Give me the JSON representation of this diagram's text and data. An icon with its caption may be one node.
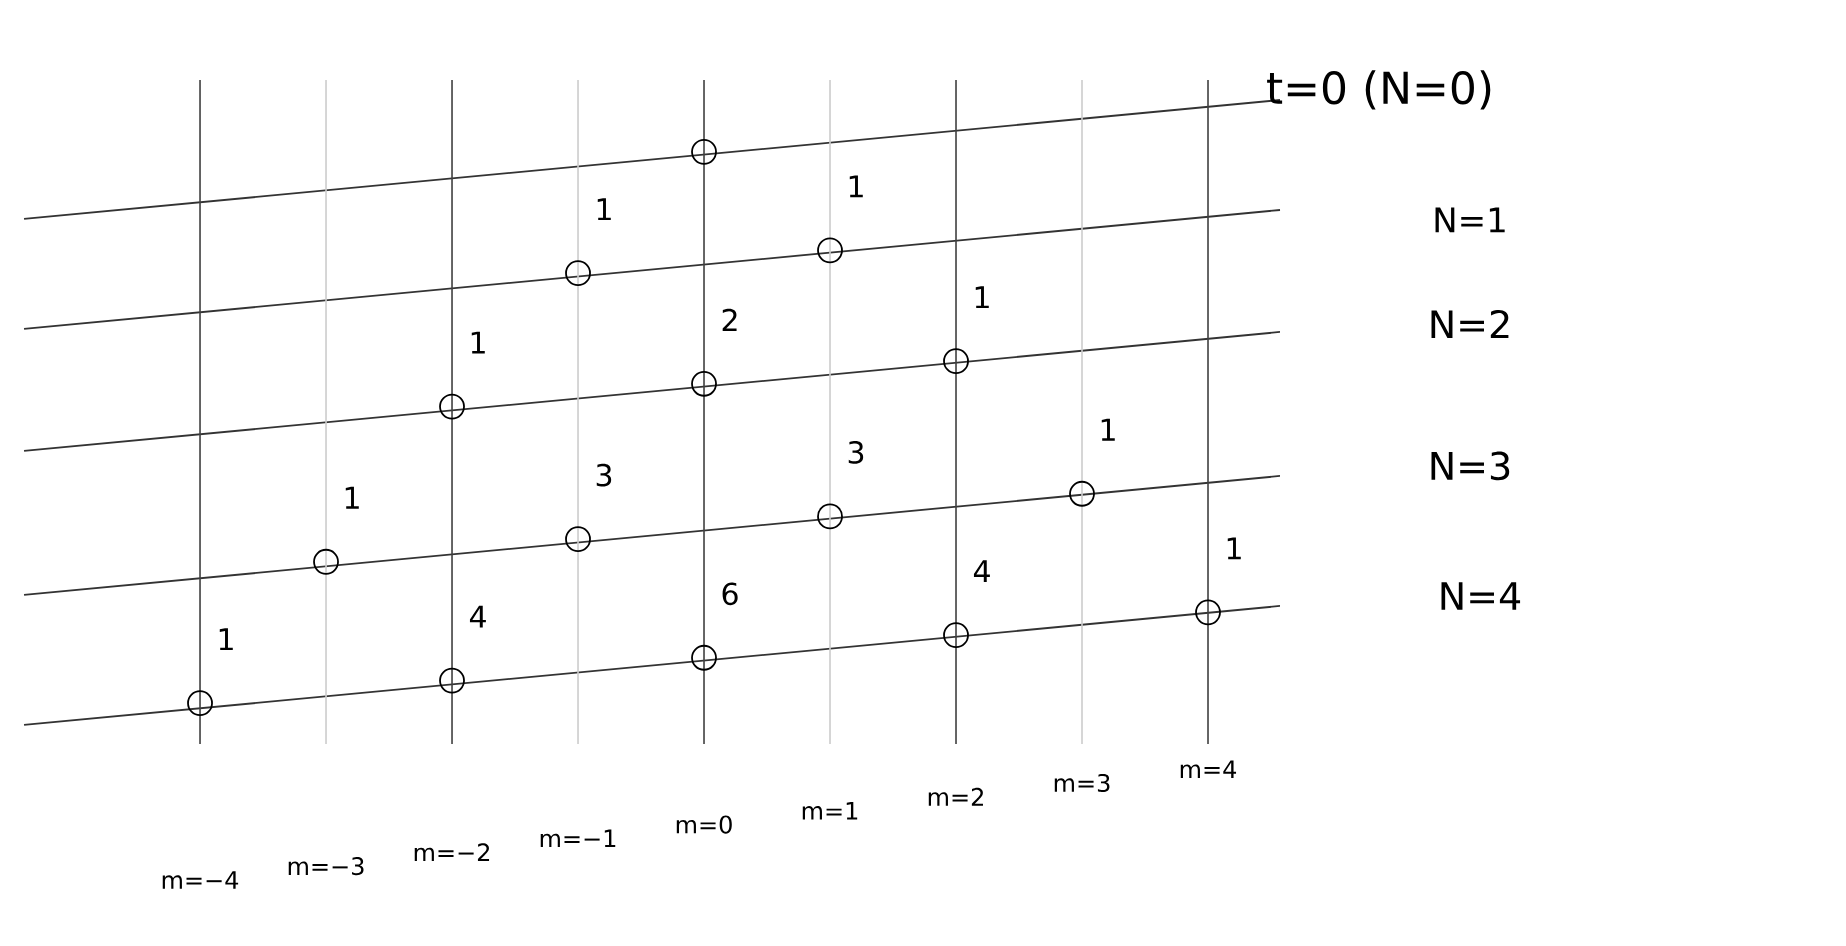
{
  "diagram": {
    "nodes": [
      {
        "text": [],
        "shape": "circle"
      },
      {
        "text": [],
        "shape": "circle",
        "beside": [
          "1"
        ]
      },
      {
        "text": [],
        "shape": "circle",
        "beside": [
          "1"
        ]
      },
      {
        "text": [],
        "shape": "circle",
        "beside": [
          "1"
        ]
      },
      {
        "text": [],
        "shape": "circle",
        "beside": [
          "2"
        ]
      },
      {
        "text": [],
        "shape": "circle",
        "beside": [
          "1"
        ]
      },
      {
        "text": [],
        "shape": "circle",
        "beside": [
          "1"
        ]
      },
      {
        "text": [],
        "shape": "circle",
        "beside": [
          "3"
        ]
      },
      {
        "text": [],
        "shape": "circle",
        "beside": [
          "3"
        ]
      },
      {
        "text": [],
        "shape": "circle",
        "beside": [
          "1"
        ]
      },
      {
        "text": [],
        "shape": "circle",
        "beside": [
          "1"
        ]
      },
      {
        "text": [],
        "shape": "circle",
        "beside": [
          "4"
        ]
      },
      {
        "text": [],
        "shape": "circle",
        "beside": [
          "6"
        ]
      },
      {
        "text": [],
        "shape": "circle",
        "beside": [
          "4"
        ]
      },
      {
        "text": [],
        "shape": "circle",
        "beside": [
          "1"
        ]
      }
    ],
    "labels": [
      "t=0 (N=0)",
      "N=1",
      "N=2",
      "N=3",
      "N=4",
      "m=−4",
      "m=−3",
      "m=−2",
      "m=−1",
      "m=0",
      "m=1",
      "m=2",
      "m=3",
      "m=4"
    ]
  }
}
